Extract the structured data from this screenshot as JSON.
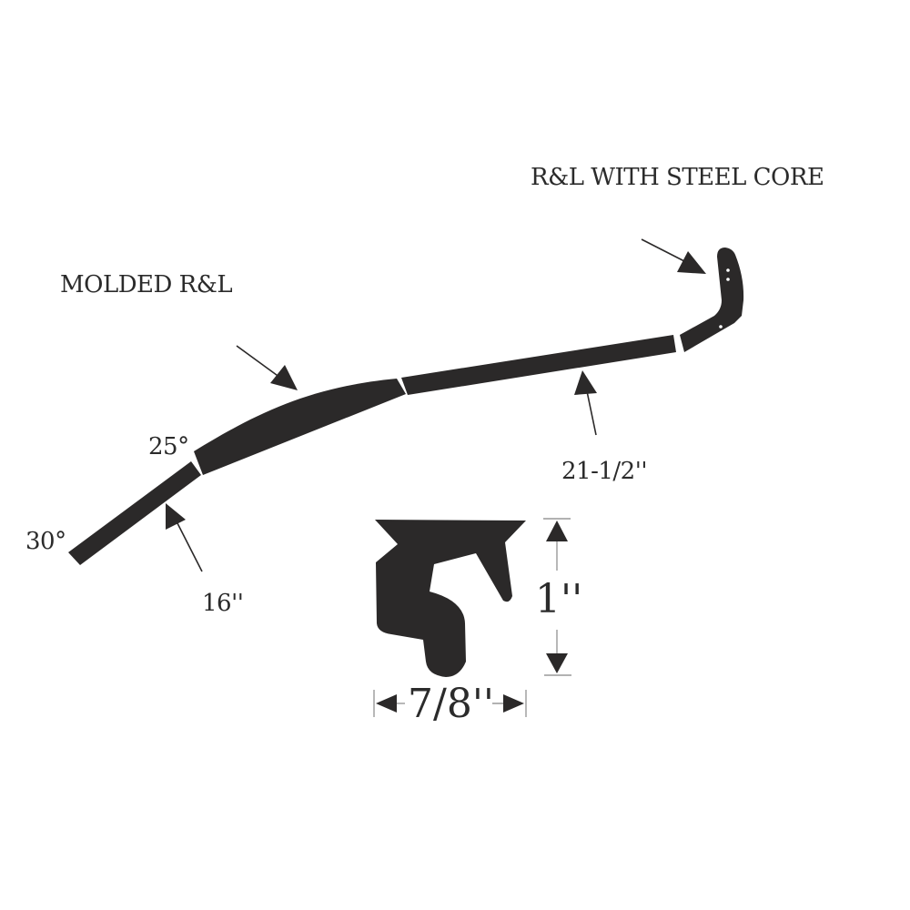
{
  "labels": {
    "steel_core": "R&L WITH STEEL CORE",
    "molded": "MOLDED R&L",
    "angle_25": "25°",
    "angle_30": "30°",
    "length_16": "16''",
    "length_21": "21-1/2''",
    "height": "1''",
    "width": "7/8''"
  },
  "colors": {
    "shape": "#2b2929",
    "text": "#2b2b2b",
    "dim_line": "#999999"
  }
}
